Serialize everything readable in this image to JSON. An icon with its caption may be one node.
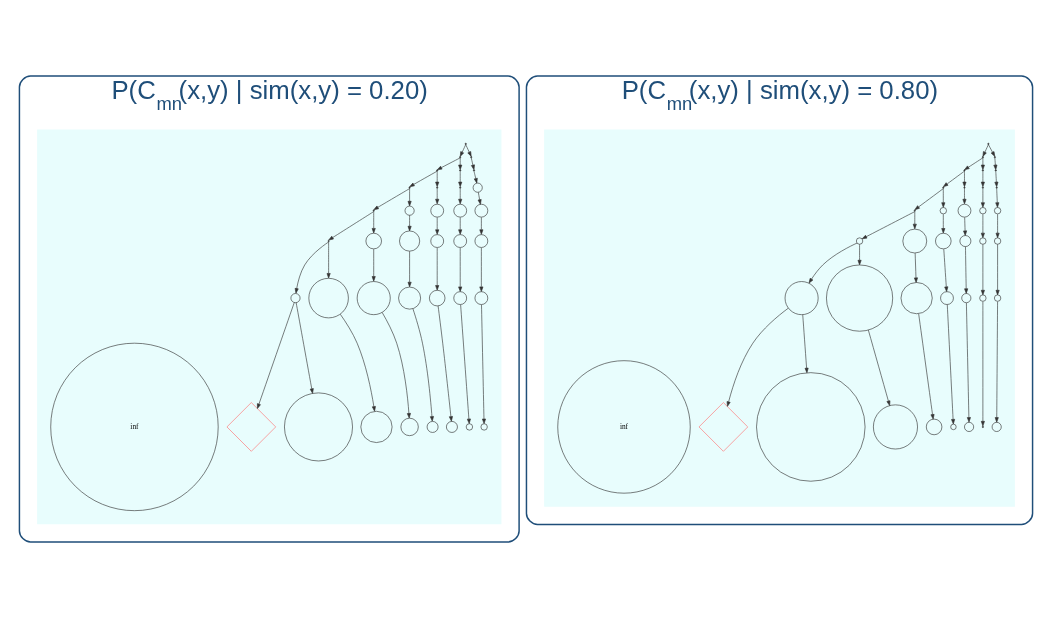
{
  "diagram": {
    "nodes": [
      {
        "text": [
          "P(C$_{mn}$(x,y) | sim(x,y) = 0.20)"
        ]
      },
      {
        "text": [],
        "shape": "box",
        "in": 0
      },
      {
        "text": [],
        "shape": "point",
        "in": 1
      },
      {
        "text": [],
        "shape": "point",
        "in": 1
      },
      {
        "text": [],
        "shape": "point",
        "in": 1
      },
      {
        "text": [],
        "shape": "point",
        "in": 1
      },
      {
        "text": [],
        "shape": "point",
        "in": 1
      },
      {
        "text": [],
        "shape": "point",
        "in": 1
      },
      {
        "text": [],
        "shape": "point",
        "in": 1
      },
      {
        "text": [],
        "shape": "point",
        "in": 1
      },
      {
        "text": [],
        "shape": "point",
        "in": 1
      },
      {
        "text": [],
        "shape": "circle",
        "in": 1
      },
      {
        "text": [],
        "shape": "point",
        "in": 1
      },
      {
        "text": [],
        "shape": "circle",
        "in": 1
      },
      {
        "text": [],
        "shape": "circle",
        "in": 1
      },
      {
        "text": [],
        "shape": "circle",
        "in": 1
      },
      {
        "text": [],
        "shape": "circle",
        "in": 1
      },
      {
        "text": [],
        "shape": "point",
        "in": 1
      },
      {
        "text": [],
        "shape": "circle",
        "in": 1
      },
      {
        "text": [],
        "shape": "circle",
        "in": 1
      },
      {
        "text": [],
        "shape": "circle",
        "in": 1
      },
      {
        "text": [],
        "shape": "circle",
        "in": 1
      },
      {
        "text": [],
        "shape": "circle",
        "in": 1
      },
      {
        "text": [],
        "shape": "circle",
        "in": 1
      },
      {
        "text": [],
        "shape": "circle",
        "in": 1
      },
      {
        "text": [],
        "shape": "circle",
        "in": 1
      },
      {
        "text": [],
        "shape": "circle",
        "in": 1
      },
      {
        "text": [],
        "shape": "circle",
        "in": 1
      },
      {
        "text": [],
        "shape": "circle",
        "in": 1
      },
      {
        "text": [],
        "shape": "circle",
        "in": 1
      },
      {
        "text": [],
        "shape": "diamond",
        "in": 1
      },
      {
        "text": [],
        "shape": "circle",
        "in": 1
      },
      {
        "text": [],
        "shape": "circle",
        "in": 1
      },
      {
        "text": [],
        "shape": "circle",
        "in": 1
      },
      {
        "text": [],
        "shape": "circle",
        "in": 1
      },
      {
        "text": [],
        "shape": "circle",
        "in": 1
      },
      {
        "text": [],
        "shape": "circle",
        "in": 1
      },
      {
        "text": [],
        "shape": "circle",
        "in": 1
      },
      {
        "text": [
          "inf"
        ],
        "in": 1
      },
      {
        "text": [
          "P(C$_{mn}$(x,y) | sim(x,y) = 0.80)"
        ]
      },
      {
        "text": [],
        "shape": "box",
        "in": 39
      },
      {
        "text": [],
        "shape": "point",
        "in": 40
      },
      {
        "text": [],
        "shape": "point",
        "in": 40
      },
      {
        "text": [],
        "shape": "point",
        "in": 40
      },
      {
        "text": [],
        "shape": "point",
        "in": 40
      },
      {
        "text": [],
        "shape": "point",
        "in": 40
      },
      {
        "text": [],
        "shape": "point",
        "in": 40
      },
      {
        "text": [],
        "shape": "point",
        "in": 40
      },
      {
        "text": [],
        "shape": "point",
        "in": 40
      },
      {
        "text": [],
        "shape": "point",
        "in": 40
      },
      {
        "text": [],
        "shape": "point",
        "in": 40
      },
      {
        "text": [],
        "shape": "point",
        "in": 40
      },
      {
        "text": [],
        "shape": "circle",
        "in": 40
      },
      {
        "text": [],
        "shape": "circle",
        "in": 40
      },
      {
        "text": [],
        "shape": "circle",
        "in": 40
      },
      {
        "text": [],
        "shape": "circle",
        "in": 40
      },
      {
        "text": [],
        "shape": "circle",
        "in": 40
      },
      {
        "text": [],
        "shape": "circle",
        "in": 40
      },
      {
        "text": [],
        "shape": "circle",
        "in": 40
      },
      {
        "text": [],
        "shape": "circle",
        "in": 40
      },
      {
        "text": [],
        "shape": "circle",
        "in": 40
      },
      {
        "text": [],
        "shape": "circle",
        "in": 40
      },
      {
        "text": [],
        "shape": "circle",
        "in": 40
      },
      {
        "text": [],
        "shape": "circle",
        "in": 40
      },
      {
        "text": [],
        "shape": "circle",
        "in": 40
      },
      {
        "text": [],
        "shape": "circle",
        "in": 40
      },
      {
        "text": [],
        "shape": "circle",
        "in": 40
      },
      {
        "text": [],
        "shape": "circle",
        "in": 40
      },
      {
        "text": [],
        "shape": "circle",
        "in": 40
      },
      {
        "text": [],
        "shape": "diamond",
        "in": 40
      },
      {
        "text": [],
        "shape": "circle",
        "in": 40
      },
      {
        "text": [],
        "shape": "circle",
        "in": 40
      },
      {
        "text": [],
        "shape": "circle",
        "in": 40
      },
      {
        "text": [],
        "shape": "circle",
        "in": 40
      },
      {
        "text": [],
        "shape": "circle",
        "in": 40
      },
      {
        "text": [],
        "shape": "point",
        "in": 40
      },
      {
        "text": [],
        "shape": "circle",
        "in": 40
      },
      {
        "text": [
          "inf"
        ],
        "in": 40
      }
    ],
    "edges": [
      {
        "from": 2,
        "to": 3,
        "arrow": "to"
      },
      {
        "from": 2,
        "to": 4,
        "arrow": "to"
      },
      {
        "from": 3,
        "to": 5,
        "arrow": "to"
      },
      {
        "from": 5,
        "to": 8,
        "arrow": "to"
      },
      {
        "from": 8,
        "to": 12,
        "arrow": "to"
      },
      {
        "from": 12,
        "to": 17,
        "arrow": "to"
      },
      {
        "from": 17,
        "to": 23,
        "arrow": "to"
      },
      {
        "from": 23,
        "to": 30,
        "arrow": "to"
      },
      {
        "from": 4,
        "to": 7,
        "arrow": "to"
      },
      {
        "from": 7,
        "to": 11,
        "arrow": "to"
      },
      {
        "from": 11,
        "to": 16,
        "arrow": "to"
      },
      {
        "from": 16,
        "to": 22,
        "arrow": "to"
      },
      {
        "from": 22,
        "to": 29,
        "arrow": "to"
      },
      {
        "from": 29,
        "to": 37,
        "arrow": "to"
      },
      {
        "from": 3,
        "to": 6,
        "arrow": "to"
      },
      {
        "from": 6,
        "to": 10,
        "arrow": "to"
      },
      {
        "from": 10,
        "to": 15,
        "arrow": "to"
      },
      {
        "from": 15,
        "to": 21,
        "arrow": "to"
      },
      {
        "from": 21,
        "to": 28,
        "arrow": "to"
      },
      {
        "from": 28,
        "to": 36,
        "arrow": "to"
      },
      {
        "from": 5,
        "to": 9,
        "arrow": "to"
      },
      {
        "from": 9,
        "to": 14,
        "arrow": "to"
      },
      {
        "from": 14,
        "to": 20,
        "arrow": "to"
      },
      {
        "from": 20,
        "to": 27,
        "arrow": "to"
      },
      {
        "from": 27,
        "to": 35,
        "arrow": "to"
      },
      {
        "from": 8,
        "to": 13,
        "arrow": "to"
      },
      {
        "from": 13,
        "to": 19,
        "arrow": "to"
      },
      {
        "from": 19,
        "to": 26,
        "arrow": "to"
      },
      {
        "from": 26,
        "to": 34,
        "arrow": "to"
      },
      {
        "from": 12,
        "to": 18,
        "arrow": "to"
      },
      {
        "from": 18,
        "to": 25,
        "arrow": "to"
      },
      {
        "from": 25,
        "to": 33,
        "arrow": "to"
      },
      {
        "from": 17,
        "to": 24,
        "arrow": "to"
      },
      {
        "from": 24,
        "to": 32,
        "arrow": "to"
      },
      {
        "from": 23,
        "to": 31,
        "arrow": "to"
      },
      {
        "from": 41,
        "to": 42,
        "arrow": "to"
      },
      {
        "from": 41,
        "to": 43,
        "arrow": "to"
      },
      {
        "from": 42,
        "to": 44,
        "arrow": "to"
      },
      {
        "from": 44,
        "to": 47,
        "arrow": "to"
      },
      {
        "from": 47,
        "to": 51,
        "arrow": "to"
      },
      {
        "from": 51,
        "to": 56,
        "arrow": "to"
      },
      {
        "from": 56,
        "to": 62,
        "arrow": "to"
      },
      {
        "from": 62,
        "to": 69,
        "arrow": "to"
      },
      {
        "from": 43,
        "to": 46,
        "arrow": "to"
      },
      {
        "from": 46,
        "to": 50,
        "arrow": "to"
      },
      {
        "from": 50,
        "to": 55,
        "arrow": "to"
      },
      {
        "from": 55,
        "to": 61,
        "arrow": "to"
      },
      {
        "from": 61,
        "to": 68,
        "arrow": "to"
      },
      {
        "from": 68,
        "to": 76,
        "arrow": "to"
      },
      {
        "from": 42,
        "to": 45,
        "arrow": "to"
      },
      {
        "from": 45,
        "to": 49,
        "arrow": "to"
      },
      {
        "from": 49,
        "to": 54,
        "arrow": "to"
      },
      {
        "from": 54,
        "to": 60,
        "arrow": "to"
      },
      {
        "from": 60,
        "to": 67,
        "arrow": "to"
      },
      {
        "from": 67,
        "to": 75,
        "arrow": "to"
      },
      {
        "from": 44,
        "to": 48,
        "arrow": "to"
      },
      {
        "from": 48,
        "to": 53,
        "arrow": "to"
      },
      {
        "from": 53,
        "to": 59,
        "arrow": "to"
      },
      {
        "from": 59,
        "to": 66,
        "arrow": "to"
      },
      {
        "from": 66,
        "to": 74,
        "arrow": "to"
      },
      {
        "from": 47,
        "to": 52,
        "arrow": "to"
      },
      {
        "from": 52,
        "to": 58,
        "arrow": "to"
      },
      {
        "from": 58,
        "to": 65,
        "arrow": "to"
      },
      {
        "from": 65,
        "to": 73,
        "arrow": "to"
      },
      {
        "from": 51,
        "to": 57,
        "arrow": "to"
      },
      {
        "from": 57,
        "to": 64,
        "arrow": "to"
      },
      {
        "from": 64,
        "to": 72,
        "arrow": "to"
      },
      {
        "from": 56,
        "to": 63,
        "arrow": "to"
      },
      {
        "from": 63,
        "to": 71,
        "arrow": "to"
      },
      {
        "from": 62,
        "to": 70,
        "arrow": "to"
      }
    ]
  }
}
